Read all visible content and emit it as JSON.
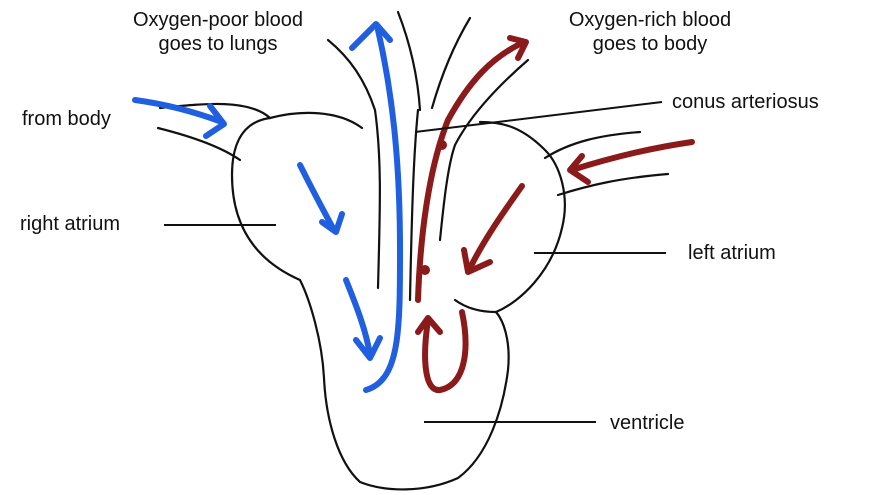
{
  "labels": {
    "top_left_line1": "Oxygen-poor blood",
    "top_left_line2": "goes to lungs",
    "top_right_line1": "Oxygen-rich blood",
    "top_right_line2": "goes to body",
    "from_body": "from body",
    "right_atrium": "right atrium",
    "conus_arteriosus": "conus arteriosus",
    "left_atrium": "left atrium",
    "ventricle": "ventricle"
  },
  "colors": {
    "oxygen_poor": "#1f5fe0",
    "oxygen_rich": "#8b1a1a",
    "outline": "#111111"
  }
}
